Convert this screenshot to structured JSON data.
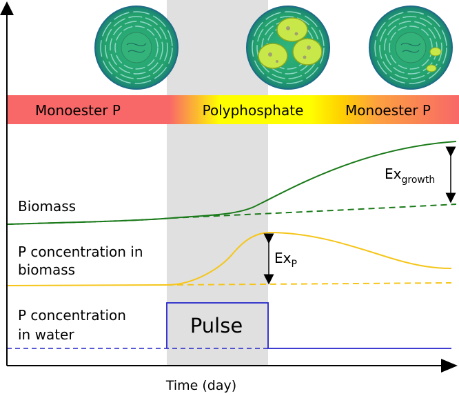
{
  "phase_bar": {
    "left_label": "Monoester P",
    "middle_label": "Polyphosphate",
    "right_label": "Monoester P"
  },
  "pulse_label": "Pulse",
  "x_axis_label": "Time (day)",
  "curves": [
    {
      "label": "Biomass",
      "color": "#1a7a1a",
      "effect_label": "Ex",
      "effect_subscript": "growth"
    },
    {
      "label_line1": "P concentration in",
      "label_line2": "biomass",
      "color": "#f5c518",
      "effect_label": "Ex",
      "effect_subscript": "P"
    },
    {
      "label_line1": "P concentration",
      "label_line2": "in water",
      "color": "#2222cc"
    }
  ],
  "cells": [
    {
      "name": "cell-before-pulse",
      "icon": "algae-cell-icon"
    },
    {
      "name": "cell-during-pulse",
      "icon": "algae-cell-large-granules-icon"
    },
    {
      "name": "cell-after-pulse",
      "icon": "algae-cell-small-granules-icon"
    }
  ],
  "colors": {
    "monoester": "#f86868",
    "polyphosphate": "#ffff00",
    "pulse_shade": "#e0e0e0",
    "cell_fill": "#22a66e",
    "cell_edge": "#1e6b86",
    "granule": "#c8e84a"
  }
}
